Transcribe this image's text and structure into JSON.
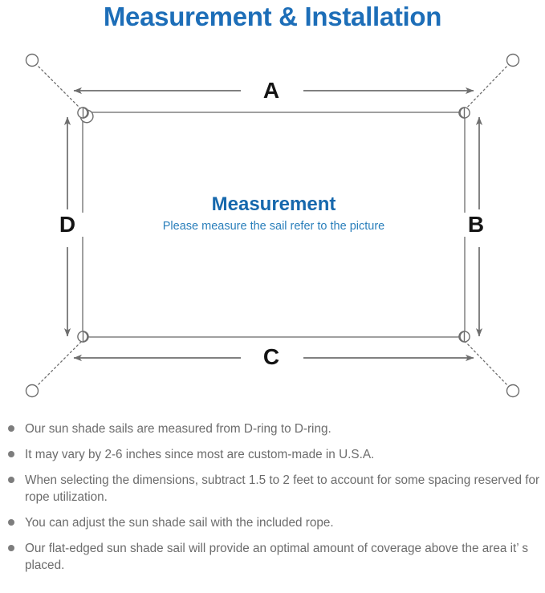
{
  "page": {
    "title": "Measurement & Installation",
    "title_color": "#1d6eb8",
    "background": "#ffffff"
  },
  "diagram": {
    "name": "sun-shade-sail-measurement-diagram",
    "sail": {
      "label_title": "Measurement",
      "label_subtitle": "Please measure the sail refer to the picture",
      "title_color": "#1668ad",
      "subtitle_color": "#2a7fbb",
      "outline_color": "#808080",
      "fill_color": "#ffffff"
    },
    "dimension_labels": {
      "top": "A",
      "right": "B",
      "bottom": "C",
      "left": "D",
      "color": "#141414"
    },
    "anchor_points": [
      {
        "name": "top-left-anchor-ring"
      },
      {
        "name": "top-right-anchor-ring"
      },
      {
        "name": "bottom-left-anchor-ring"
      },
      {
        "name": "bottom-right-anchor-ring"
      }
    ],
    "d_rings": [
      {
        "name": "top-left-d-ring"
      },
      {
        "name": "top-right-d-ring"
      },
      {
        "name": "bottom-left-d-ring"
      },
      {
        "name": "bottom-right-d-ring"
      }
    ],
    "rope_style": "dotted",
    "arrow_color": "#6e6e6e"
  },
  "notes": {
    "bullet_color": "#7d7d7d",
    "text_color": "#6c6c6c",
    "items": [
      "Our sun shade sails are measured from D-ring to D-ring.",
      "It may vary by 2-6 inches since most are custom-made in U.S.A.",
      "When selecting the dimensions, subtract 1.5 to 2 feet to account for some spacing reserved for rope utilization.",
      "You can adjust the sun shade sail with the included rope.",
      "Our flat-edged sun shade sail will provide an optimal amount of coverage above the area it’ s placed."
    ]
  }
}
